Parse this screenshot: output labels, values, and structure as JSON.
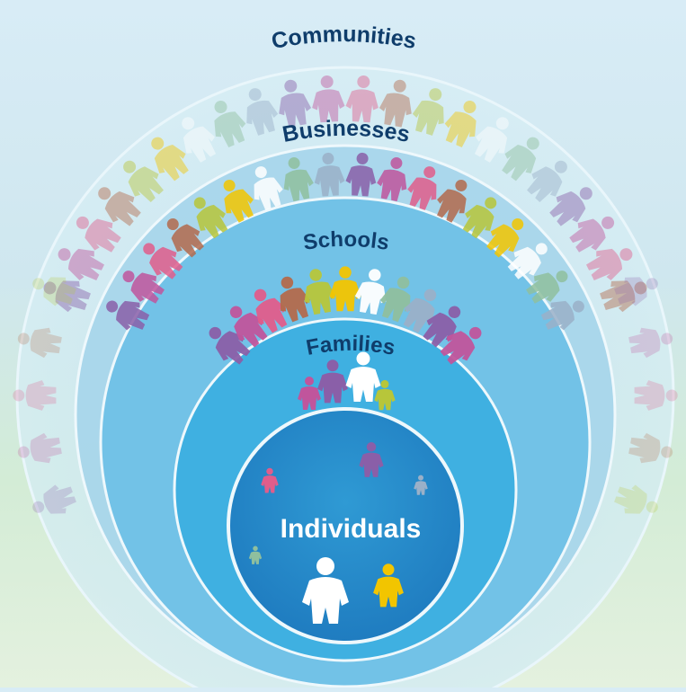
{
  "diagram": {
    "rings": [
      {
        "id": "communities",
        "label": "Communities"
      },
      {
        "id": "businesses",
        "label": "Businesses"
      },
      {
        "id": "schools",
        "label": "Schools"
      },
      {
        "id": "families",
        "label": "Families"
      },
      {
        "id": "individuals",
        "label": "Individuals"
      }
    ],
    "colors": {
      "label_dark": "#0f3d6b",
      "label_light": "#ffffff",
      "ring_outer": "#c9e5f1",
      "ring_2": "#a7d6ec",
      "ring_3": "#6cc0e6",
      "ring_4": "#3aaee0",
      "ring_core": "#2a8bcb",
      "people_palette": [
        "#8a5fa8",
        "#c0559c",
        "#e05d8b",
        "#b36a4c",
        "#b7c63a",
        "#f2c500",
        "#ffffff",
        "#8fbf9e",
        "#9ab0c8"
      ]
    }
  }
}
